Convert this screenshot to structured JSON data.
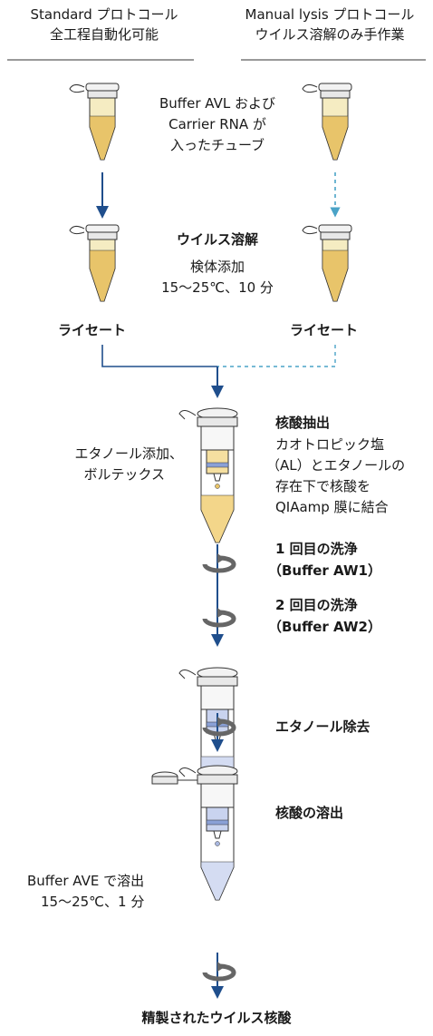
{
  "header": {
    "standard_line1": "Standard プロトコール",
    "standard_line2": "全工程自動化可能",
    "manual_line1": "Manual lysis プロトコール",
    "manual_line2": "ウイルス溶解のみ手作業"
  },
  "step_buffer": {
    "line1": "Buffer AVL および",
    "line2": "Carrier RNA が",
    "line3": "入ったチューブ"
  },
  "step_lysis": {
    "title": "ウイルス溶解",
    "line1": "検体添加",
    "line2": "15～25℃、10 分"
  },
  "lysate": {
    "left": "ライセート",
    "right": "ライセート"
  },
  "ethanol_add": {
    "line1": "エタノール添加、",
    "line2": "ボルテックス"
  },
  "extraction": {
    "title": "核酸抽出",
    "line1": "カオトロピック塩",
    "line2": "（AL）とエタノールの",
    "line3": "存在下で核酸を",
    "line4": "QIAamp 膜に結合"
  },
  "wash1": {
    "line1": "1 回目の洗浄",
    "line2": "（Buffer AW1）"
  },
  "wash2": {
    "line1": "2 回目の洗浄",
    "line2": "（Buffer AW2）"
  },
  "ethanol_remove": "エタノール除去",
  "elution": {
    "title": "核酸の溶出",
    "cond_line1": "Buffer AVE で溶出",
    "cond_line2": "15～25℃、1 分"
  },
  "final": "精製されたウイルス核酸",
  "colors": {
    "arrow_dark": "#1f4e8c",
    "arrow_teal": "#4aa3c7",
    "tube_body": "#efe3a8",
    "tube_liquid": "#e8c46a",
    "column_fill": "#a9b8e0",
    "spin": "#666666",
    "outline": "#333333"
  }
}
